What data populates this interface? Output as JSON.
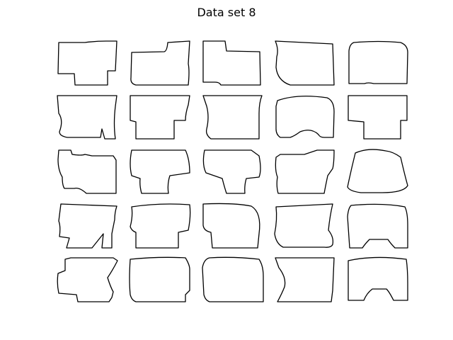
{
  "figure": {
    "title": "Data set 8",
    "rows": 5,
    "cols": 5,
    "stroke_color": "#000000"
  }
}
